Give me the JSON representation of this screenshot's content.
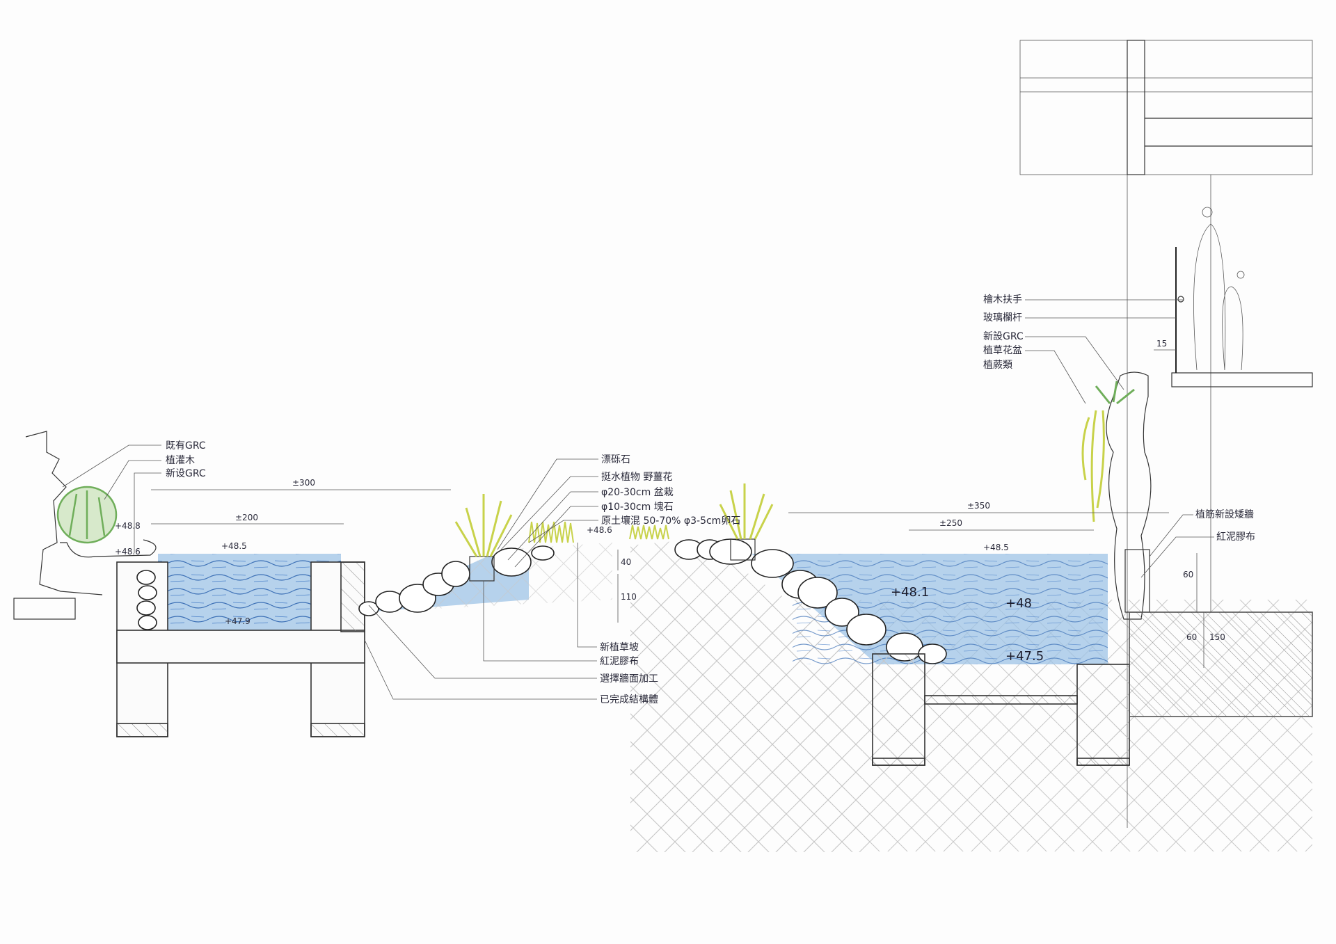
{
  "title": "Pond section sketch",
  "colors": {
    "water": "#6fa3d8",
    "plant_green": "#6fae5a",
    "plant_yellow": "#c8d24a",
    "ink": "#2a2a3a"
  },
  "left_labels": [
    "既有GRC",
    "植灌木",
    "新设GRC"
  ],
  "middle_labels": [
    "漂砾石",
    "挺水植物 野薑花",
    "φ20-30cm 盆栽",
    "φ10-30cm 塊石",
    "原土壤混 50-70% φ3-5cm卵石"
  ],
  "bottom_labels": [
    "新植草坡",
    "紅泥膠布",
    "選擇牆面加工",
    "已完成結構體"
  ],
  "right_top_labels": [
    "檜木扶手",
    "玻璃欄杆",
    "新設GRC",
    "植草花盆",
    "植蕨類"
  ],
  "right_lower_labels": [
    "植筋新設矮牆",
    "紅泥膠布"
  ],
  "dimensions": {
    "left_outer": "±300",
    "left_inner": "±200",
    "right_outer": "±350",
    "right_inner": "±250",
    "railing_offset": "15",
    "wall_height": "60",
    "step_a": "60",
    "step_b": "150",
    "mid_a": "40",
    "mid_b": "110"
  },
  "elevations": {
    "left_planter": "+48.8",
    "left_edge": "+48.6",
    "left_water": "+48.5",
    "left_bottom": "+47.9",
    "mid_bank": "+48.6",
    "right_water": "+48.5",
    "right_shelf": "+48.1",
    "right_mid": "+48",
    "right_bottom": "+47.5"
  }
}
